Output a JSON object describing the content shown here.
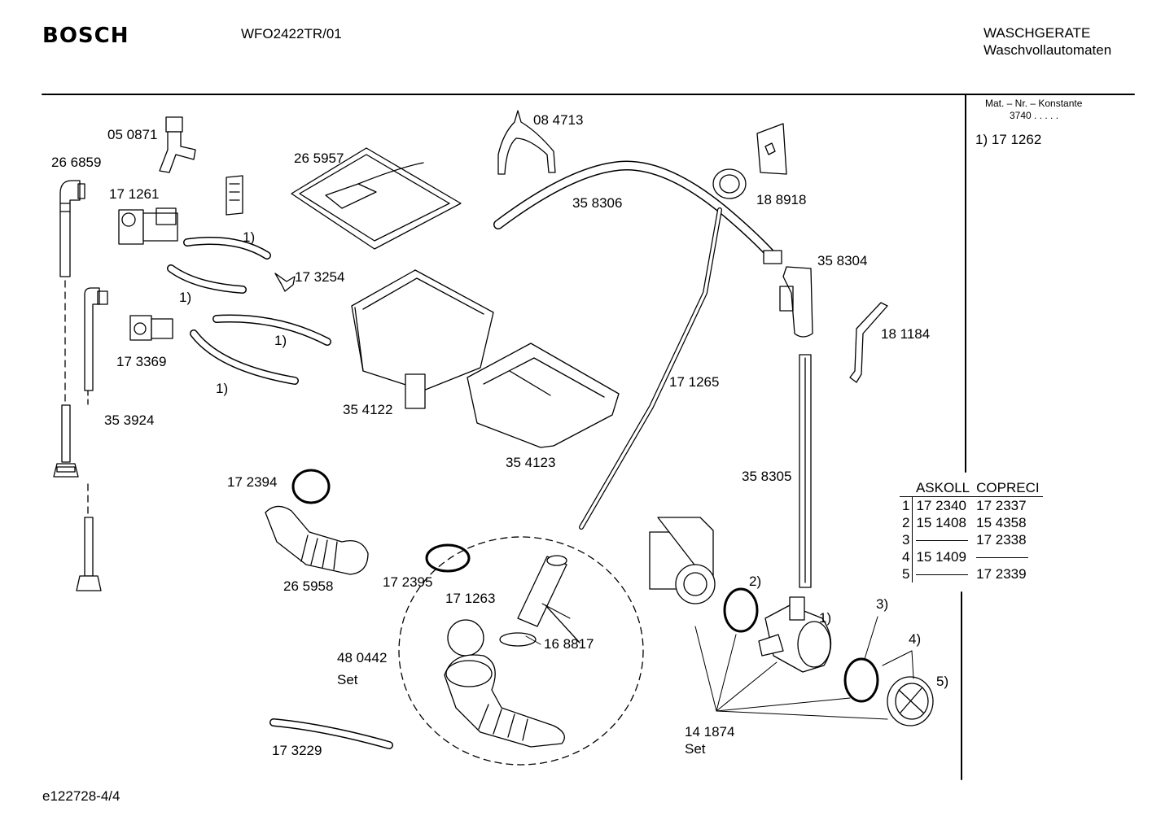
{
  "header": {
    "brand": "BOSCH",
    "model": "WFO2422TR/01",
    "category_line1": "WASCHGERATE",
    "category_line2": "Waschvollautomaten"
  },
  "side_panel": {
    "mat_nr_label": "Mat. – Nr. – Konstante",
    "mat_nr_value": "3740 . . . . .",
    "note": "1) 17 1262"
  },
  "parts": [
    {
      "id": "p_050871",
      "label": "05 0871"
    },
    {
      "id": "p_266859",
      "label": "26 6859"
    },
    {
      "id": "p_171261",
      "label": "17 1261"
    },
    {
      "id": "p_265957",
      "label": "26 5957"
    },
    {
      "id": "p_084713",
      "label": "08 4713"
    },
    {
      "id": "p_358306",
      "label": "35 8306"
    },
    {
      "id": "p_188918",
      "label": "18 8918"
    },
    {
      "id": "p_358304",
      "label": "35 8304"
    },
    {
      "id": "p_173254",
      "label": "17 3254"
    },
    {
      "id": "p_173369",
      "label": "17 3369"
    },
    {
      "id": "p_181184",
      "label": "18 1184"
    },
    {
      "id": "p_171265",
      "label": "17 1265"
    },
    {
      "id": "p_353924",
      "label": "35 3924"
    },
    {
      "id": "p_354122",
      "label": "35 4122"
    },
    {
      "id": "p_354123",
      "label": "35 4123"
    },
    {
      "id": "p_358305",
      "label": "35 8305"
    },
    {
      "id": "p_172394",
      "label": "17 2394"
    },
    {
      "id": "p_265958",
      "label": "26 5958"
    },
    {
      "id": "p_172395",
      "label": "17 2395"
    },
    {
      "id": "p_171263",
      "label": "17 1263"
    },
    {
      "id": "p_168817",
      "label": "16 8817"
    },
    {
      "id": "p_480442",
      "label": "48 0442"
    },
    {
      "id": "p_480442set",
      "label": "Set"
    },
    {
      "id": "p_173229",
      "label": "17 3229"
    },
    {
      "id": "p_141874",
      "label": "14 1874"
    },
    {
      "id": "p_141874set",
      "label": "Set"
    }
  ],
  "footnote_markers": [
    {
      "id": "fn_a",
      "label": "1)"
    },
    {
      "id": "fn_b",
      "label": "1)"
    },
    {
      "id": "fn_c",
      "label": "1)"
    },
    {
      "id": "fn_d",
      "label": "1)"
    },
    {
      "id": "fn_e",
      "label": "1)"
    },
    {
      "id": "fn_f",
      "label": "2)"
    },
    {
      "id": "fn_g",
      "label": "3)"
    },
    {
      "id": "fn_h",
      "label": "4)"
    },
    {
      "id": "fn_i",
      "label": "5)"
    }
  ],
  "variant_table": {
    "columns": [
      "ASKOLL",
      "COPRECI"
    ],
    "rows": [
      {
        "idx": "1",
        "askoll": "17 2340",
        "copreci": "17 2337"
      },
      {
        "idx": "2",
        "askoll": "15 1408",
        "copreci": "15 4358"
      },
      {
        "idx": "3",
        "askoll": "",
        "copreci": "17 2338"
      },
      {
        "idx": "4",
        "askoll": "15 1409",
        "copreci": ""
      },
      {
        "idx": "5",
        "askoll": "",
        "copreci": "17 2339"
      }
    ]
  },
  "footer": {
    "drawing_id": "e122728-4/4"
  }
}
